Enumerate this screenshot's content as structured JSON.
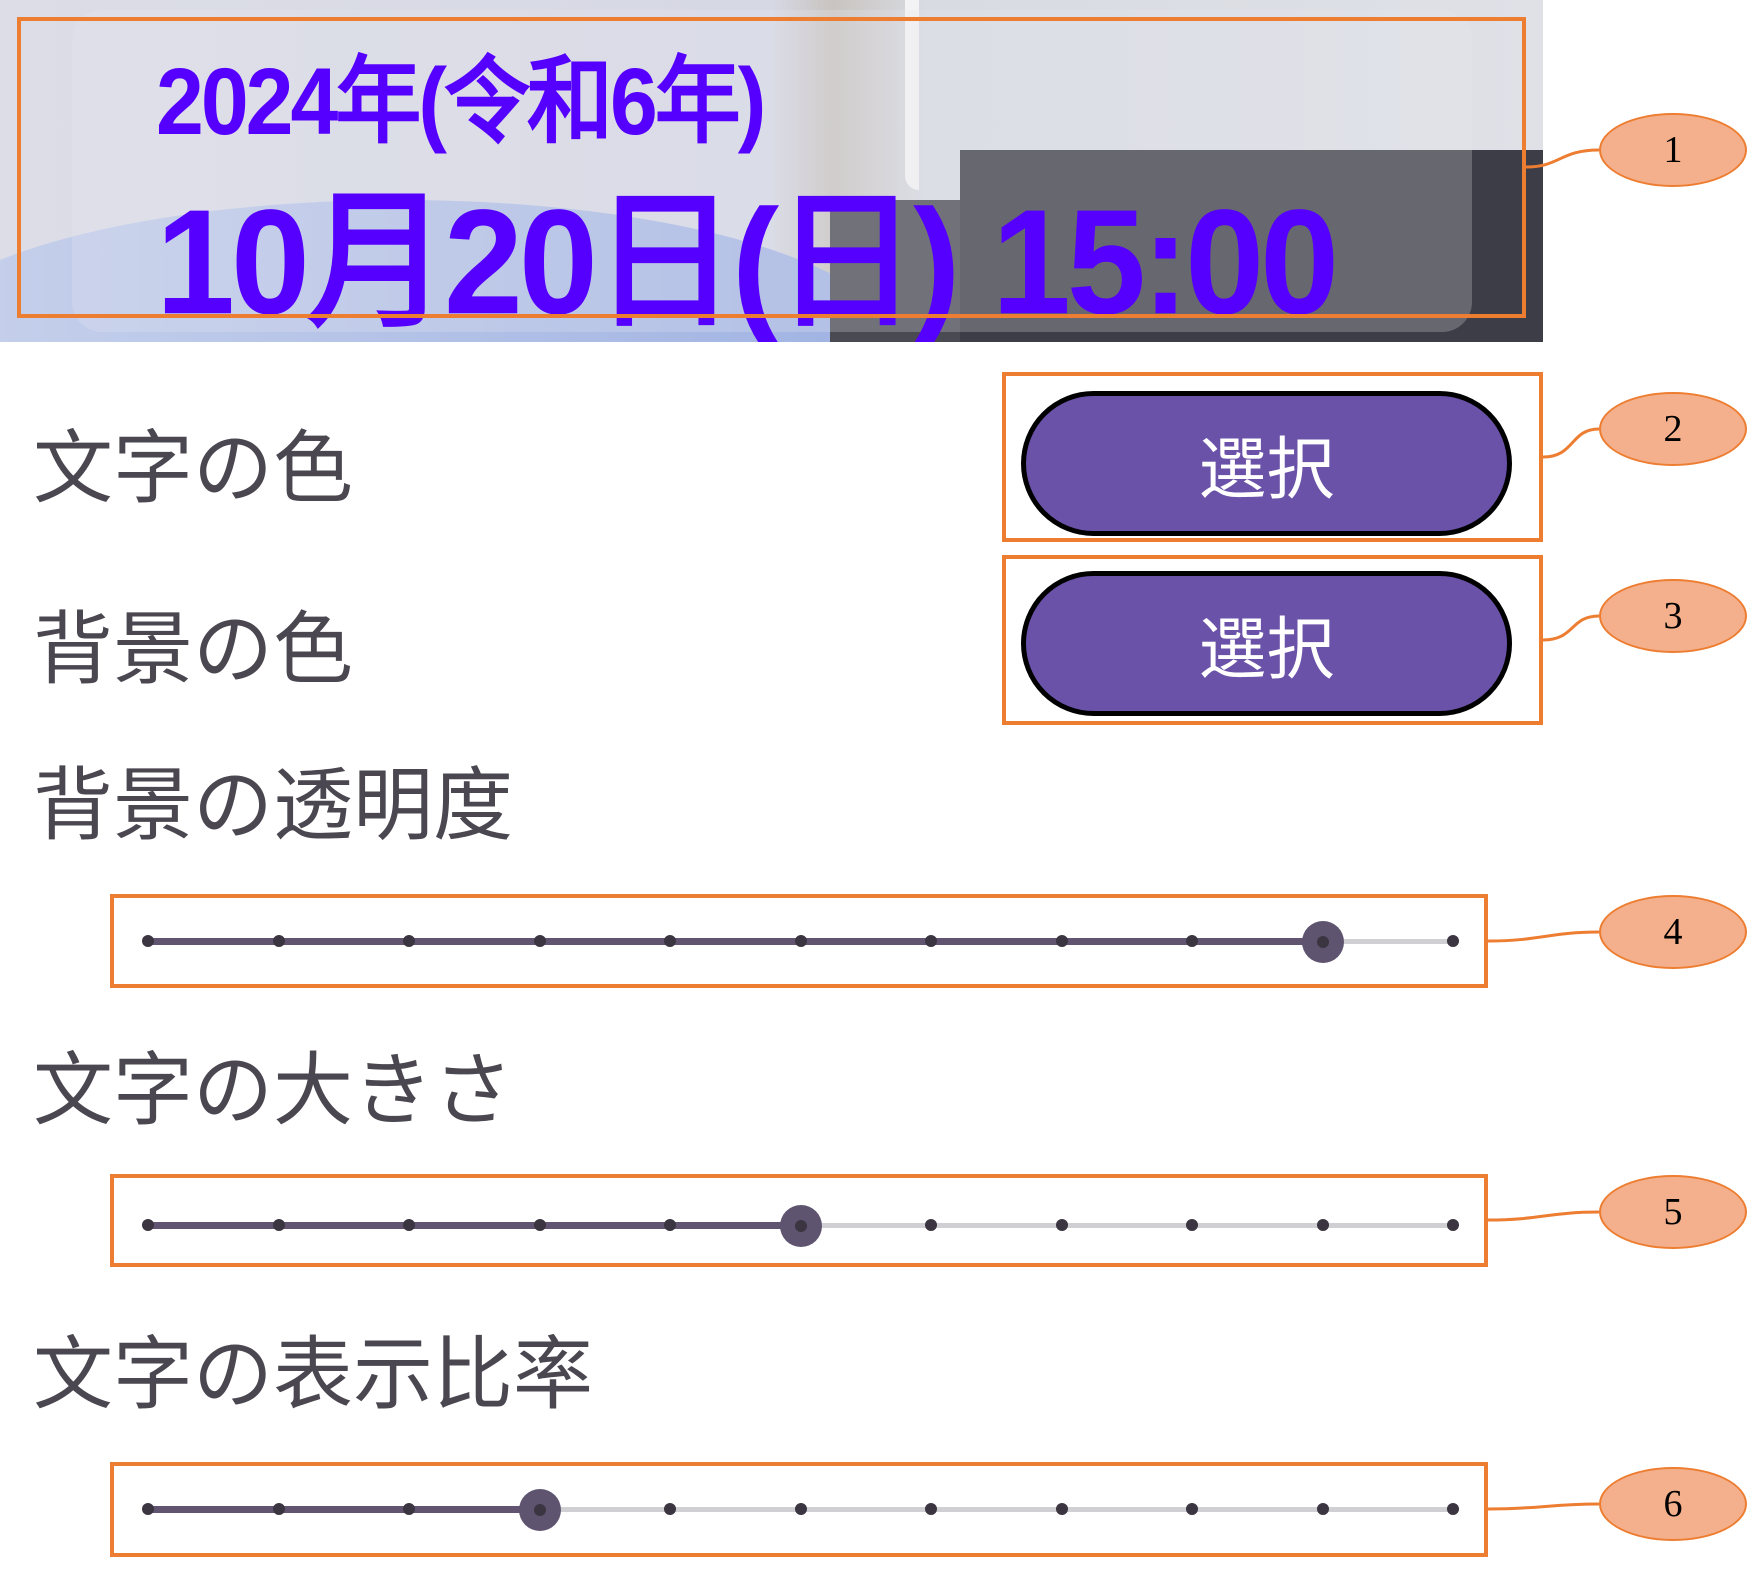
{
  "header": {
    "year_line": "2024年(令和6年)",
    "datetime_line": "10月20日(日) 15:00",
    "text_color": "#5500ff"
  },
  "settings": {
    "text_color_label": "文字の色",
    "text_color_button": "選択",
    "bg_color_label": "背景の色",
    "bg_color_button": "選択",
    "bg_opacity_label": "背景の透明度",
    "text_size_label": "文字の大きさ",
    "text_ratio_label": "文字の表示比率"
  },
  "sliders": {
    "bg_opacity": {
      "steps": 10,
      "value": 9
    },
    "text_size": {
      "steps": 10,
      "value": 5
    },
    "text_ratio": {
      "steps": 10,
      "value": 3
    }
  },
  "callouts": [
    "1",
    "2",
    "3",
    "4",
    "5",
    "6"
  ],
  "colors": {
    "button": "#6a52a8",
    "annotation": "#ed7d31",
    "callout_fill": "#f4b08c"
  }
}
